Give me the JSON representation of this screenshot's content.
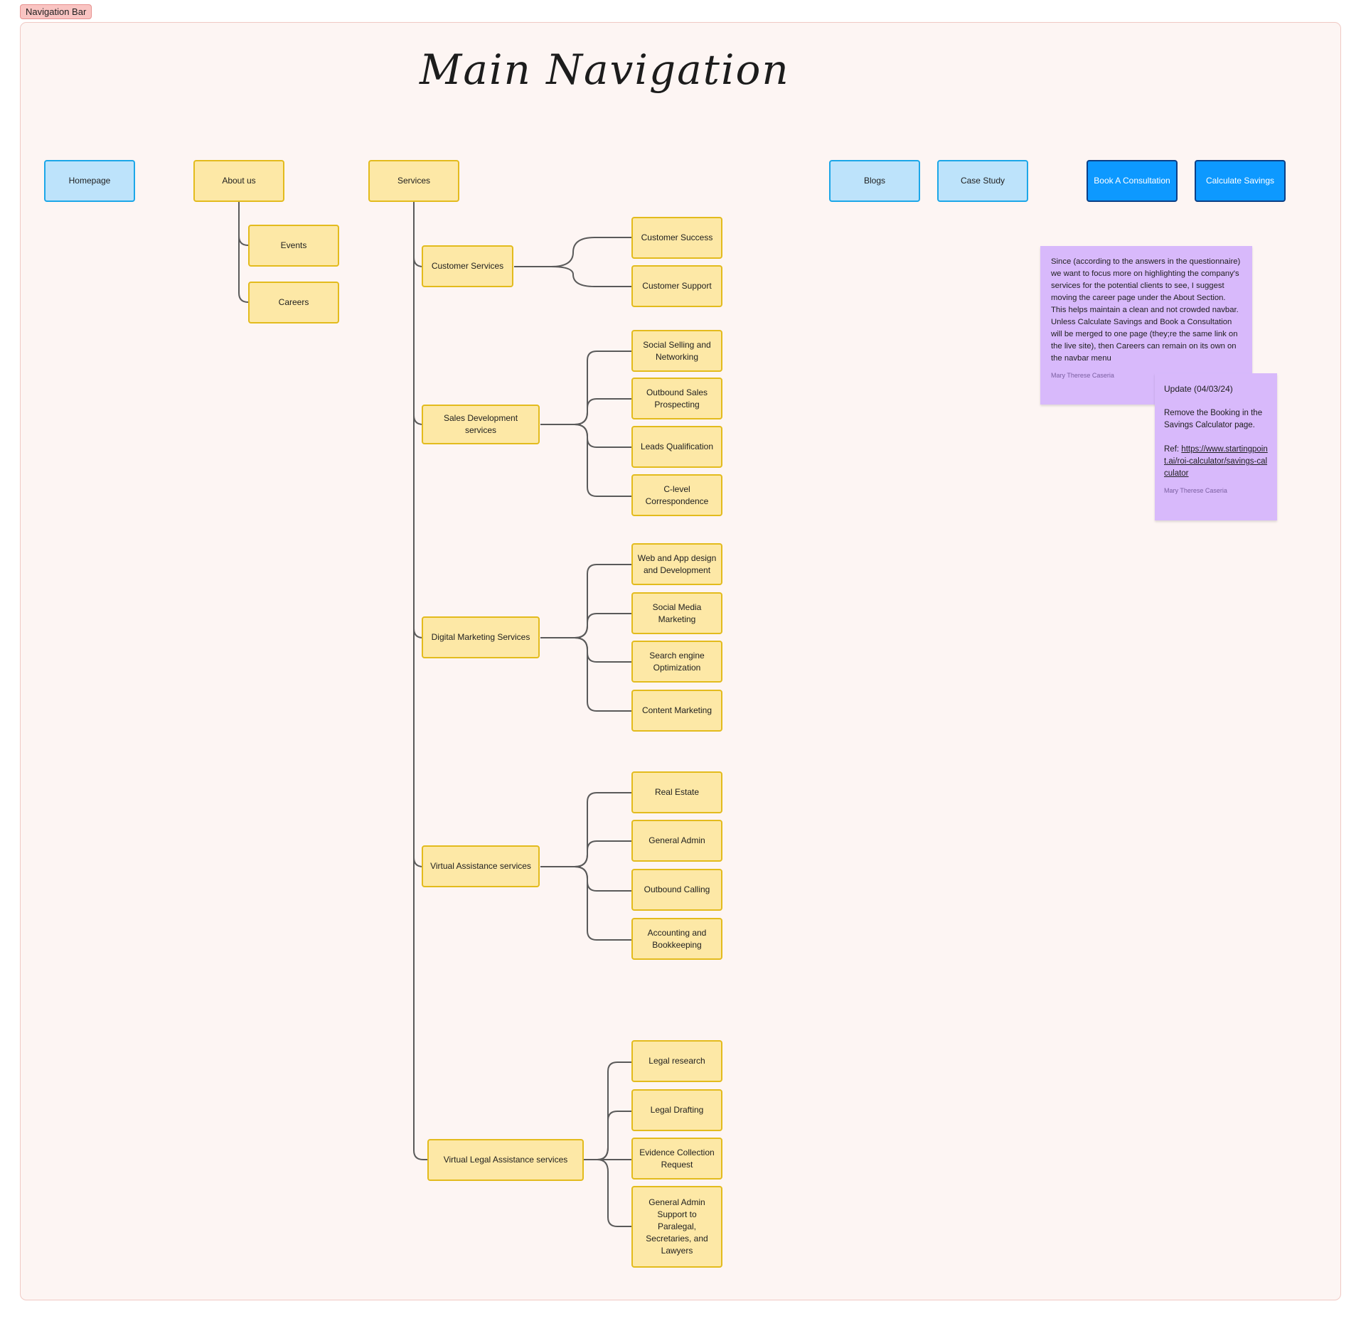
{
  "frame_label": "Navigation Bar",
  "title": "Main Navigation",
  "top_nav": {
    "homepage": "Homepage",
    "about_us": "About us",
    "services": "Services",
    "blogs": "Blogs",
    "case_study": "Case Study",
    "book_consultation": "Book A Consultation",
    "calculate_savings": "Calculate Savings"
  },
  "about_children": [
    "Events",
    "Careers"
  ],
  "service_groups": [
    {
      "label": "Customer Services",
      "children": [
        "Customer Success",
        "Customer Support"
      ]
    },
    {
      "label": "Sales Development services",
      "children": [
        "Social Selling and Networking",
        "Outbound Sales Prospecting",
        "Leads Qualification",
        "C-level Correspondence"
      ]
    },
    {
      "label": "Digital Marketing Services",
      "children": [
        "Web and App design and Development",
        "Social Media Marketing",
        "Search engine Optimization",
        "Content Marketing"
      ]
    },
    {
      "label": "Virtual Assistance services",
      "children": [
        "Real Estate",
        "General Admin",
        "Outbound Calling",
        "Accounting and Bookkeeping"
      ]
    },
    {
      "label": "Virtual Legal Assistance services",
      "children": [
        "Legal research",
        "Legal Drafting",
        "Evidence Collection Request",
        "General Admin Support to Paralegal, Secretaries, and Lawyers"
      ]
    }
  ],
  "sticky_note_1": {
    "text": "Since (according to the answers in the questionnaire) we want to focus more on highlighting the company's services for the potential clients to see, I suggest moving the career page under the About Section. This helps maintain a clean and not crowded navbar. Unless Calculate Savings and Book a Consultation will be merged to one page (they;re the same link on the live site), then Careers can remain on its own on the navbar menu",
    "author": "Mary Therese Caseria"
  },
  "sticky_note_2": {
    "heading": "Update (04/03/24)",
    "body": "Remove the Booking in the Savings Calculator page.",
    "ref_prefix": "Ref: ",
    "ref_link": "https://www.startingpoint.ai/roi-calculator/savings-calculator",
    "author": "Mary Therese Caseria"
  },
  "colors": {
    "frame_bg": "#fdf5f3",
    "yellow_fill": "#fde8a6",
    "yellow_stroke": "#e3bb1d",
    "blue_fill": "#bde3fb",
    "blue_stroke": "#1ca7e8",
    "cta_fill": "#0d99ff",
    "cta_stroke": "#0b3f86",
    "sticky_purple": "#d8b9fb",
    "connector": "#5a5a5a"
  }
}
